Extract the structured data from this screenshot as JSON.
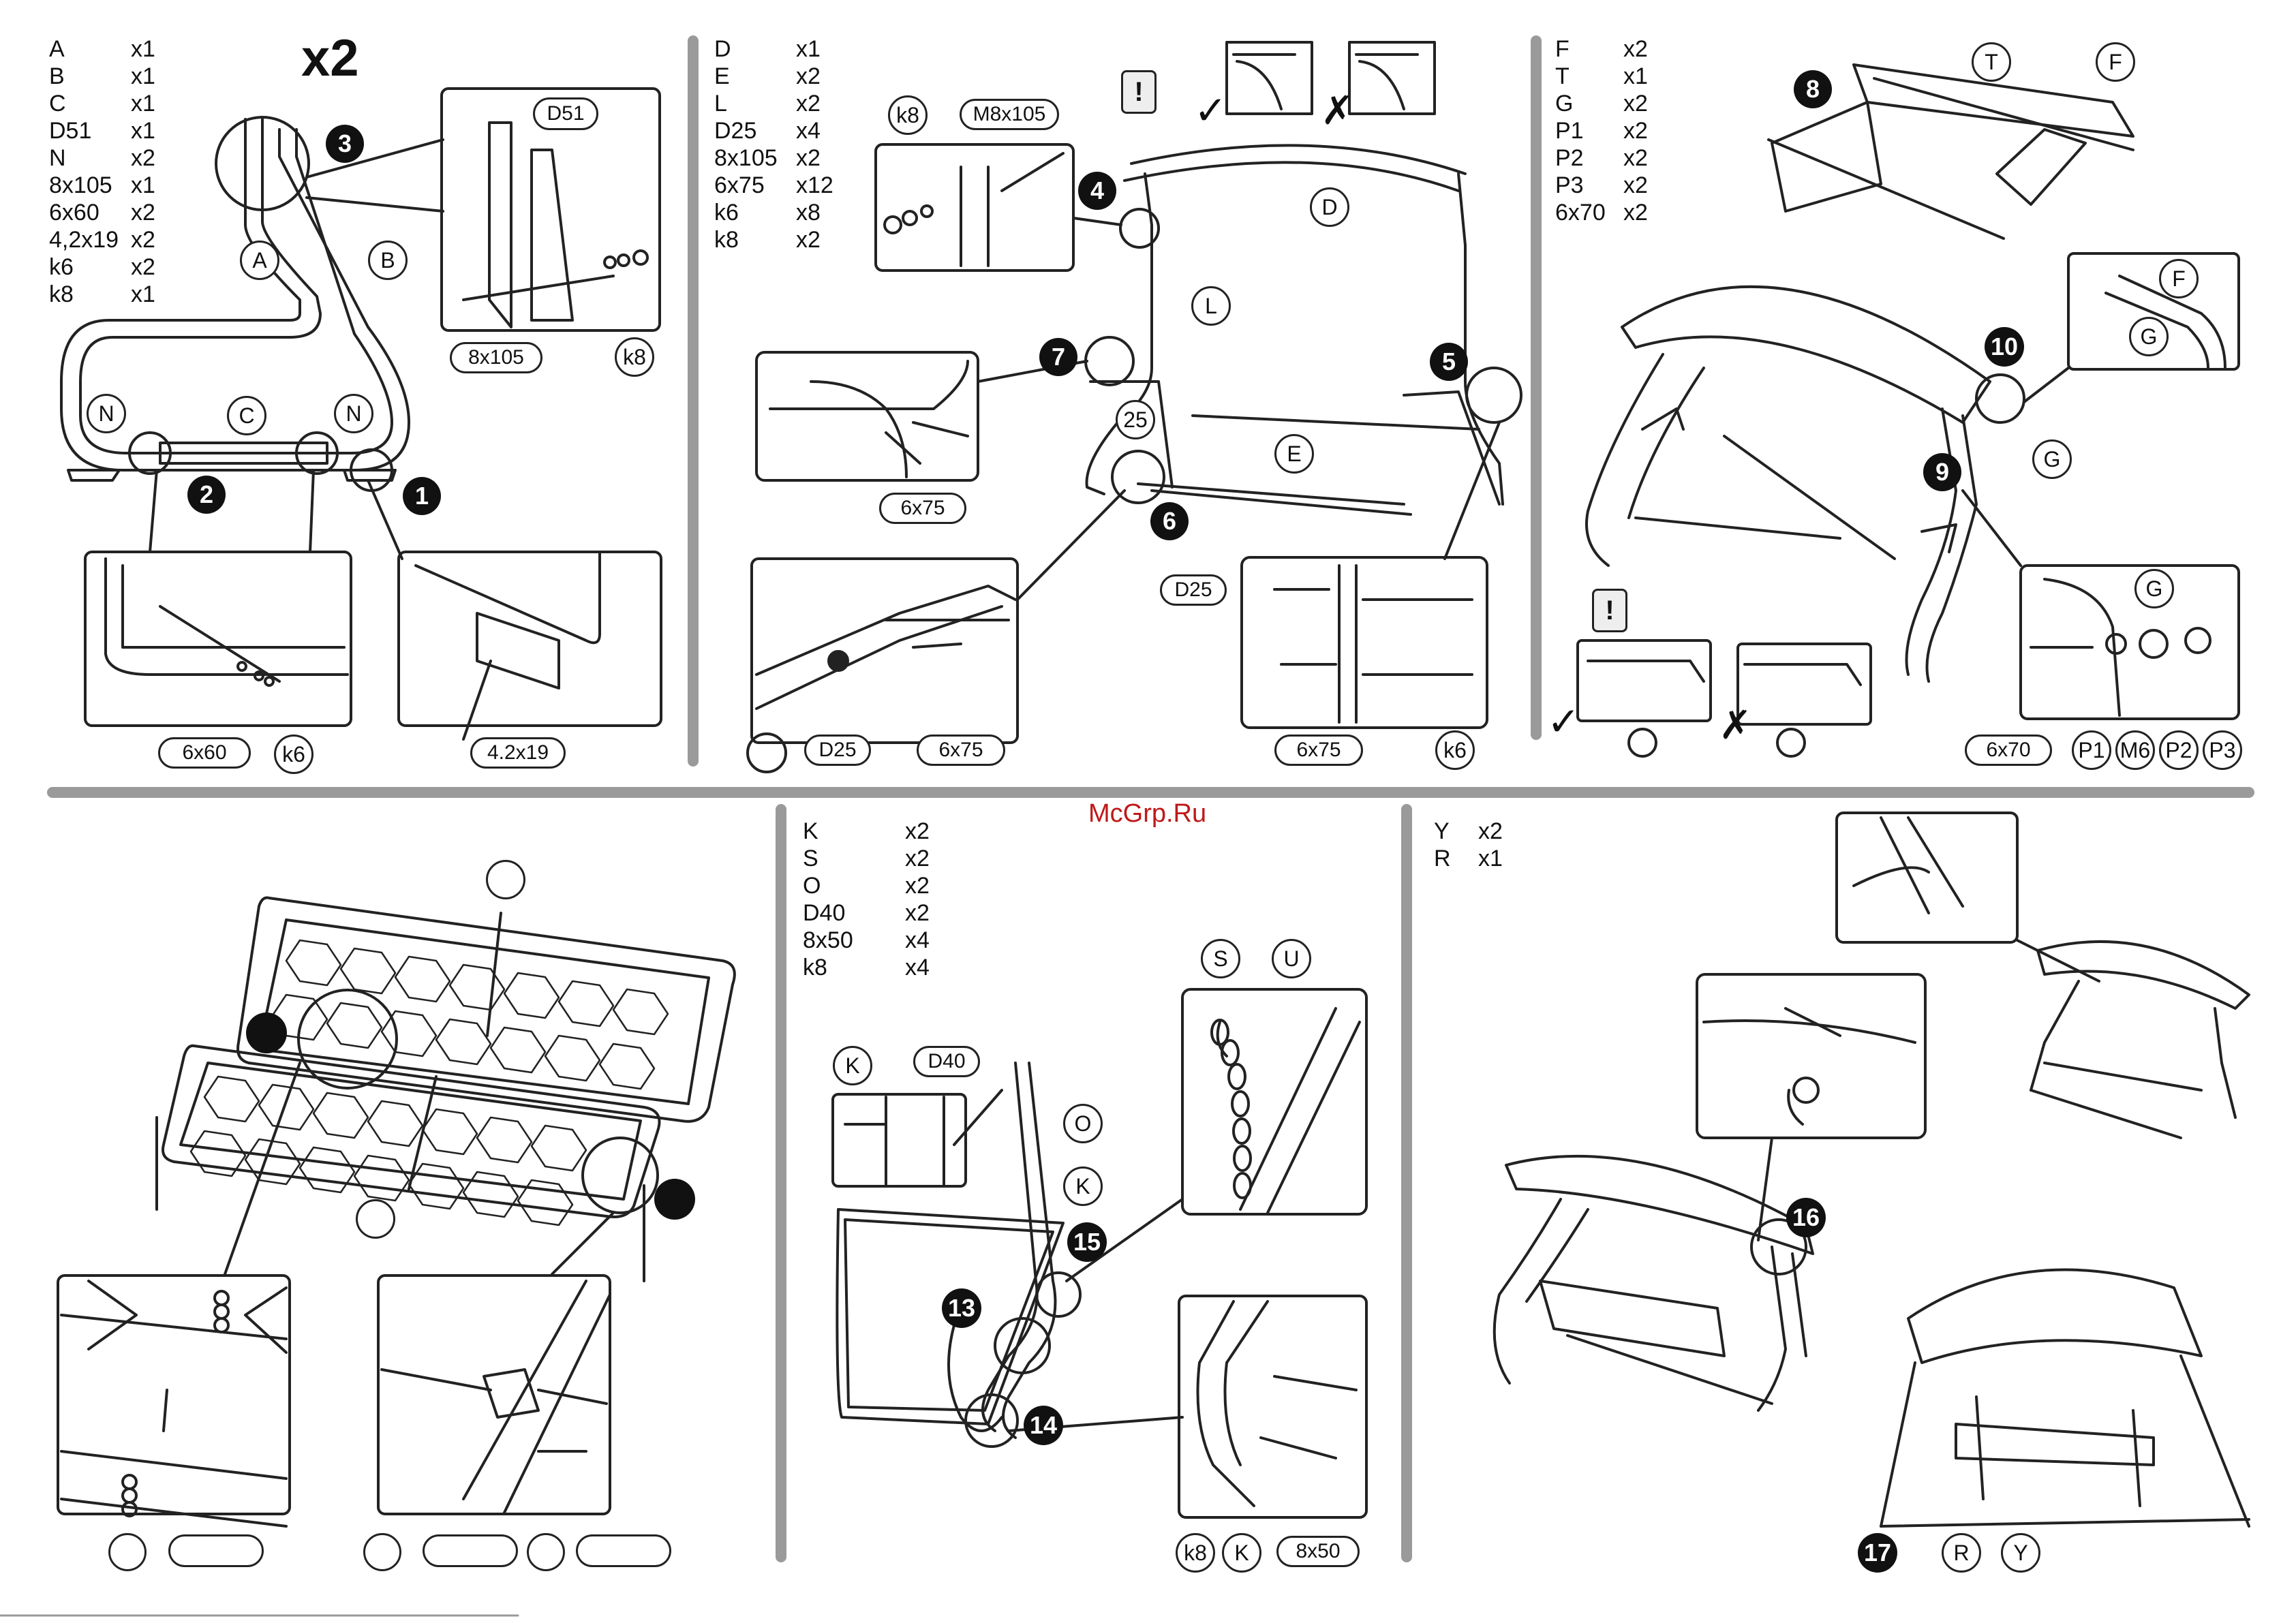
{
  "watermark": "McGrp.Ru",
  "panel1": {
    "parts": [
      {
        "code": "A",
        "qty": "x1"
      },
      {
        "code": "B",
        "qty": "x1"
      },
      {
        "code": "C",
        "qty": "x1"
      },
      {
        "code": "D51",
        "qty": "x1"
      },
      {
        "code": "N",
        "qty": "x2"
      },
      {
        "code": "8x105",
        "qty": "x1"
      },
      {
        "code": "6x60",
        "qty": "x2"
      },
      {
        "code": "4,2x19",
        "qty": "x2"
      },
      {
        "code": "k6",
        "qty": "x2"
      },
      {
        "code": "k8",
        "qty": "x1"
      }
    ],
    "multiplier": "x2",
    "labels": {
      "A": "A",
      "B": "B",
      "C": "C",
      "N1": "N",
      "N2": "N",
      "D51": "D51",
      "bolt": "8x105",
      "k8": "k8",
      "screw6x60": "6x60",
      "k6": "k6",
      "screw42": "4.2x19"
    },
    "steps": {
      "s1": "1",
      "s2": "2",
      "s3": "3"
    }
  },
  "panel2": {
    "parts": [
      {
        "code": "D",
        "qty": "x1"
      },
      {
        "code": "E",
        "qty": "x2"
      },
      {
        "code": "L",
        "qty": "x2"
      },
      {
        "code": "D25",
        "qty": "x4"
      },
      {
        "code": "8x105",
        "qty": "x2"
      },
      {
        "code": "6x75",
        "qty": "x12"
      },
      {
        "code": "k6",
        "qty": "x8"
      },
      {
        "code": "k8",
        "qty": "x2"
      }
    ],
    "labels": {
      "k8": "k8",
      "M8x105": "M8x105",
      "D": "D",
      "L": "L",
      "E": "E",
      "n25": "25",
      "s6x75a": "6x75",
      "D25a": "D25",
      "s6x75b": "6x75",
      "D25b": "D25",
      "s6x75c": "6x75",
      "k6": "k6"
    },
    "warn": "!",
    "steps": {
      "s4": "4",
      "s5": "5",
      "s6": "6",
      "s7": "7"
    },
    "ok": "✓",
    "bad": "✗"
  },
  "panel3": {
    "parts": [
      {
        "code": "F",
        "qty": "x2"
      },
      {
        "code": "T",
        "qty": "x1"
      },
      {
        "code": "G",
        "qty": "x2"
      },
      {
        "code": "P1",
        "qty": "x2"
      },
      {
        "code": "P2",
        "qty": "x2"
      },
      {
        "code": "P3",
        "qty": "x2"
      },
      {
        "code": "6x70",
        "qty": "x2"
      }
    ],
    "labels": {
      "T": "T",
      "F": "F",
      "F2": "F",
      "G1": "G",
      "G2": "G",
      "G3": "G",
      "s6x70": "6x70",
      "P1": "P1",
      "M6": "M6",
      "P2": "P2",
      "P3": "P3"
    },
    "warn": "!",
    "steps": {
      "s8": "8",
      "s9": "9",
      "s10": "10"
    },
    "ok": "✓",
    "bad": "✗"
  },
  "panel5": {
    "parts": [
      {
        "code": "K",
        "qty": "x2"
      },
      {
        "code": "S",
        "qty": "x2"
      },
      {
        "code": "O",
        "qty": "x2"
      },
      {
        "code": "D40",
        "qty": "x2"
      },
      {
        "code": "8x50",
        "qty": "x4"
      },
      {
        "code": "k8",
        "qty": "x4"
      }
    ],
    "labels": {
      "K": "K",
      "D40": "D40",
      "O": "O",
      "K2": "K",
      "S": "S",
      "U": "U",
      "k8": "k8",
      "K3": "K",
      "s8x50": "8x50"
    },
    "steps": {
      "s13": "13",
      "s14": "14",
      "s15": "15"
    }
  },
  "panel6": {
    "parts": [
      {
        "code": "Y",
        "qty": "x2"
      },
      {
        "code": "R",
        "qty": "x1"
      }
    ],
    "labels": {
      "R": "R",
      "Y": "Y"
    },
    "steps": {
      "s16": "16",
      "s17": "17"
    }
  }
}
